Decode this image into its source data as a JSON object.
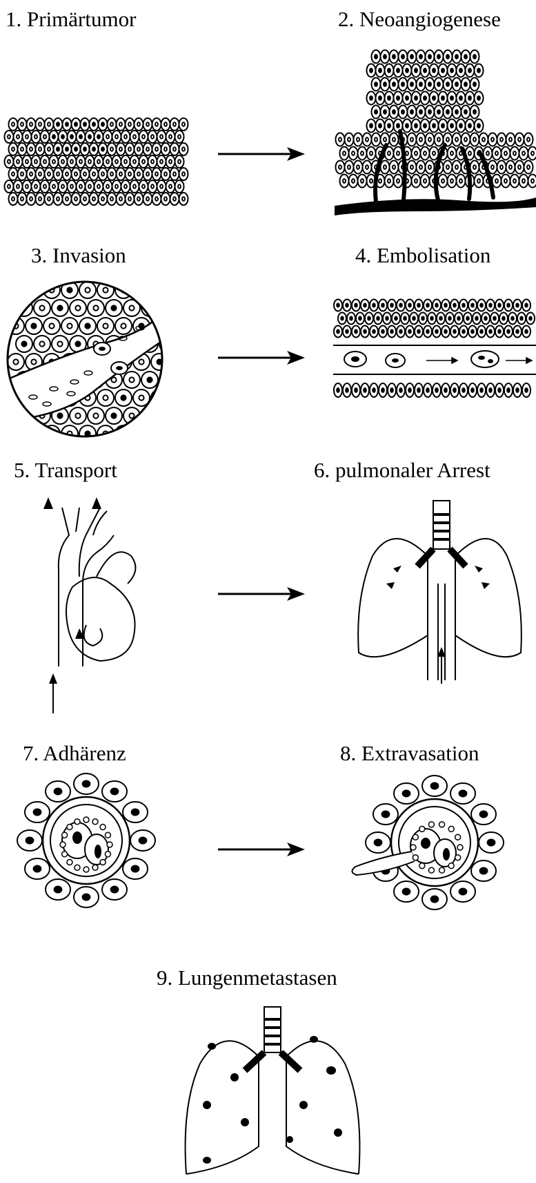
{
  "steps": [
    {
      "label": "1. Primärtumor"
    },
    {
      "label": "2. Neoangiogenese"
    },
    {
      "label": "3. Invasion"
    },
    {
      "label": "4. Embolisation"
    },
    {
      "label": "5. Transport"
    },
    {
      "label": "6. pulmonaler Arrest"
    },
    {
      "label": "7. Adhärenz"
    },
    {
      "label": "8. Extravasation"
    },
    {
      "label": "9. Lungenmetastasen"
    }
  ]
}
